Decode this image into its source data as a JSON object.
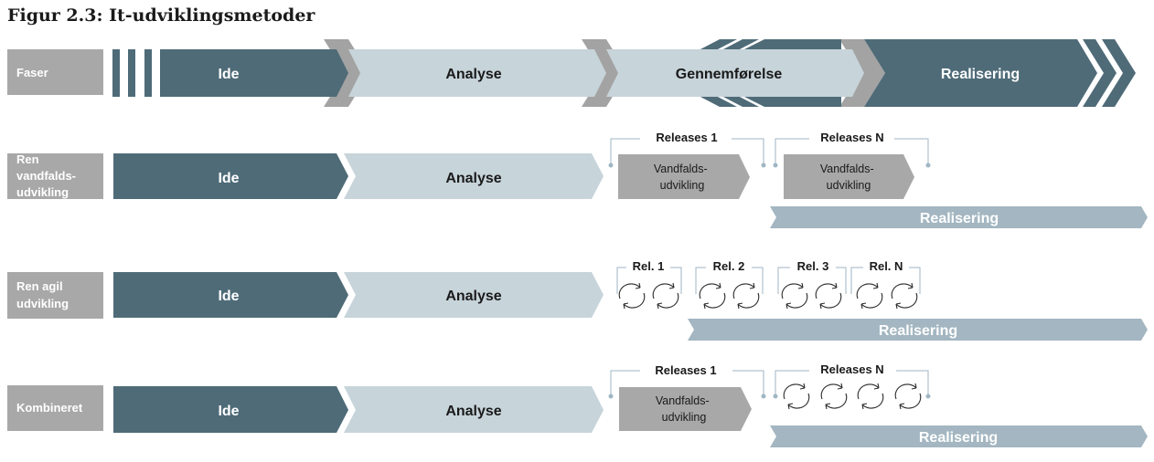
{
  "title": "Figur 2.3: It-udviklingsmetoder",
  "colors": {
    "dark": "#4f6b78",
    "light": "#c7d4da",
    "grey": "#a8a8a8",
    "grey_dark": "#a3a3a3",
    "realisering": "#a3b6c1",
    "connector": "#9fb6c4",
    "text_dark": "#1a1a1a",
    "text_white": "#ffffff"
  },
  "rows": {
    "faser": {
      "label": "Faser",
      "phases": [
        "Ide",
        "Analyse",
        "Gennemførelse",
        "Realisering"
      ]
    },
    "vandfald": {
      "label_lines": [
        "Ren",
        "vandfalds-",
        "udvikling"
      ],
      "ide": "Ide",
      "analyse": "Analyse",
      "release1": {
        "label": "Releases 1",
        "box": [
          "Vandfalds-",
          "udvikling"
        ]
      },
      "releaseN": {
        "label": "Releases N",
        "box": [
          "Vandfalds-",
          "udvikling"
        ]
      },
      "realisering": "Realisering"
    },
    "agil": {
      "label_lines": [
        "Ren agil",
        "udvikling"
      ],
      "ide": "Ide",
      "analyse": "Analyse",
      "releases": [
        "Rel. 1",
        "Rel. 2",
        "Rel. 3",
        "Rel. N"
      ],
      "realisering": "Realisering"
    },
    "kombineret": {
      "label": "Kombineret",
      "ide": "Ide",
      "analyse": "Analyse",
      "release1": {
        "label": "Releases 1",
        "box": [
          "Vandfalds-",
          "udvikling"
        ]
      },
      "releaseN": {
        "label": "Releases N"
      },
      "realisering": "Realisering"
    }
  }
}
